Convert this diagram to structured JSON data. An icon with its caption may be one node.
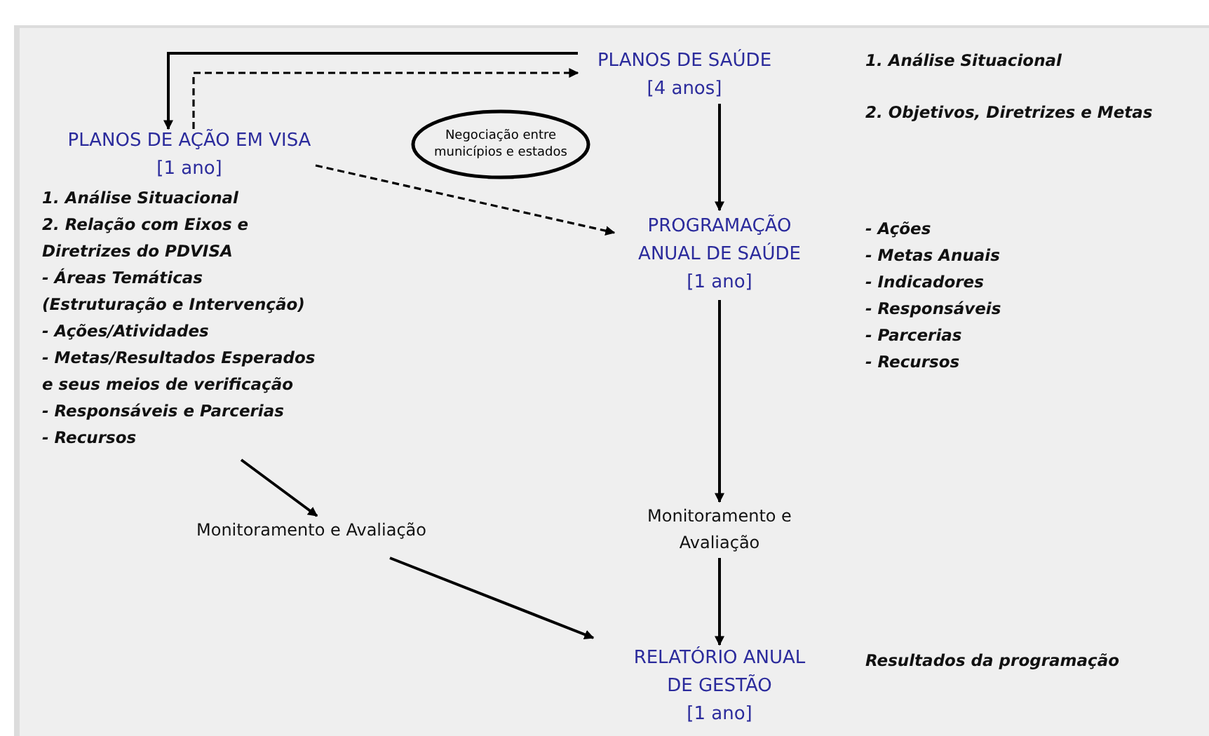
{
  "diagram": {
    "nodes": [
      {
        "text": [
          "PLANOS DE SAÚDE",
          "[4 anos]"
        ],
        "beside": [
          "1. Análise Situacional",
          "2. Objetivos, Diretrizes e Metas"
        ]
      },
      {
        "text": [
          "PLANOS DE AÇÃO EM VISA",
          "[1 ano]"
        ],
        "beside": [
          "1. Análise Situacional",
          "2. Relação com Eixos e Diretrizes do PDVISA",
          "- Áreas Temáticas (Estruturação e Intervenção)",
          "- Ações/Atividades",
          "- Metas/Resultados Esperados e seus meios de verificação",
          "- Responsáveis e Parcerias",
          "- Recursos"
        ]
      },
      {
        "text": [
          "Negociação entre municípios e estados"
        ]
      },
      {
        "text": [
          "PROGRAMAÇÃO ANUAL DE SAÚDE",
          "[1 ano]"
        ],
        "beside": [
          "- Ações",
          "- Metas Anuais",
          "- Indicadores",
          "- Responsáveis",
          "- Parcerias",
          "- Recursos"
        ]
      },
      {
        "text": [
          "Monitoramento e Avaliação"
        ]
      },
      {
        "text": [
          "Monitoramento e Avaliação"
        ]
      },
      {
        "text": [
          "RELATÓRIO ANUAL DE GESTÃO",
          "[1 ano]"
        ],
        "beside": [
          "Resultados da programação"
        ]
      }
    ],
    "edges": [
      {
        "from": 0,
        "to": 1,
        "arrow": "to"
      },
      {
        "from": 1,
        "to": 0,
        "arrow": "to",
        "style": "dashed"
      },
      {
        "from": 1,
        "to": 3,
        "arrow": "to",
        "style": "dashed"
      },
      {
        "from": 0,
        "to": 3,
        "arrow": "to"
      },
      {
        "from": 3,
        "to": 5,
        "arrow": "to"
      },
      {
        "from": 1,
        "to": 4,
        "arrow": "to"
      },
      {
        "from": 4,
        "to": 6,
        "arrow": "to"
      },
      {
        "from": 5,
        "to": 6,
        "arrow": "to"
      }
    ]
  }
}
